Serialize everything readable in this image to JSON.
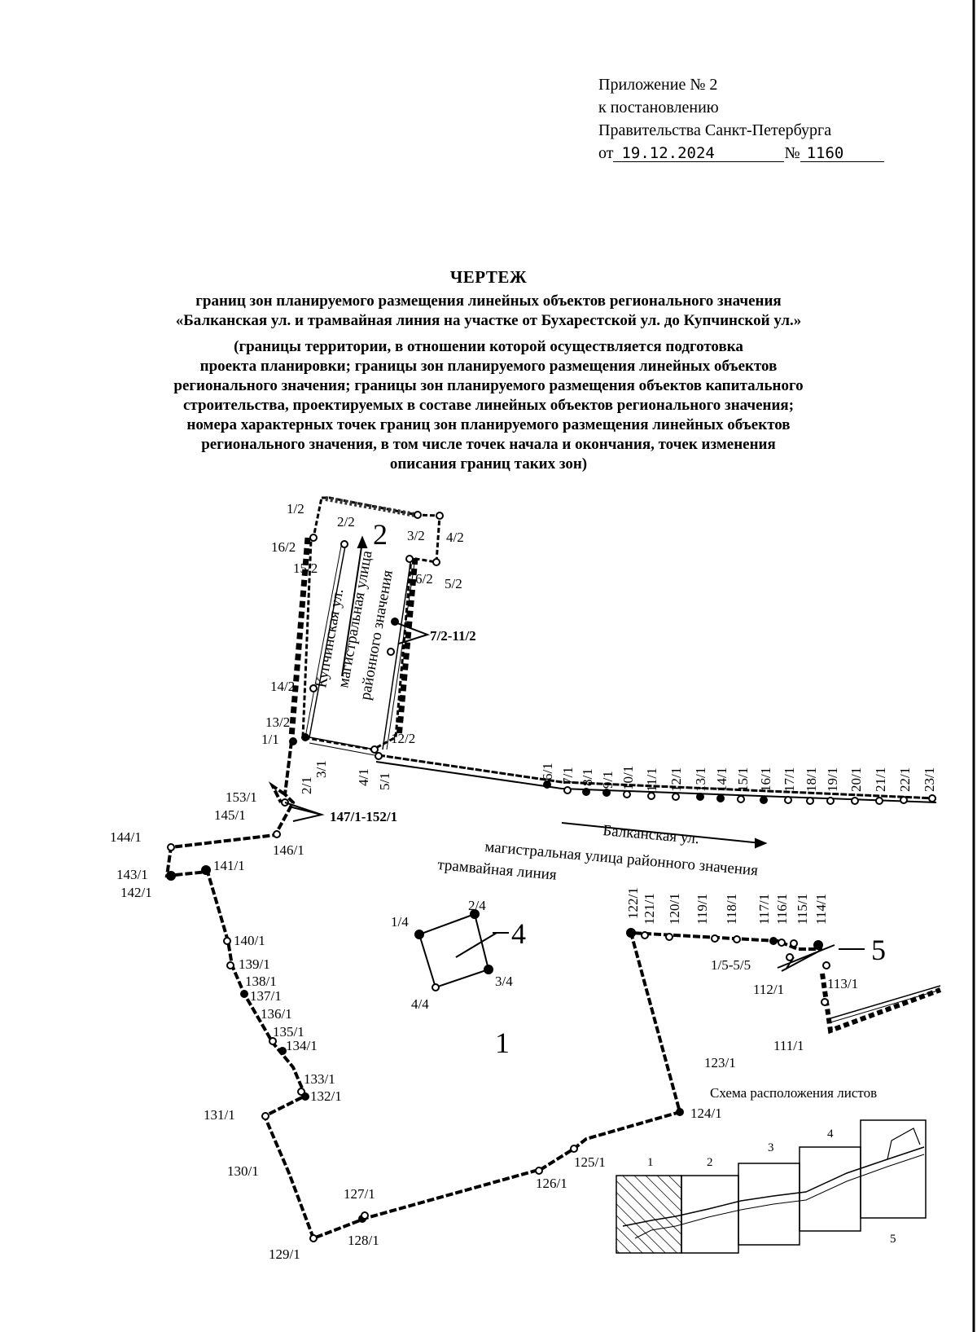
{
  "header": {
    "line1": "Приложение № 2",
    "line2": "к постановлению",
    "line3": "Правительства Санкт-Петербурга",
    "date_prefix": "от",
    "date": "19.12.2024",
    "number_prefix": "№",
    "number": "1160"
  },
  "title": {
    "main": "ЧЕРТЕЖ",
    "line1": "границ зон планируемого размещения линейных объектов регионального значения",
    "line2": "«Балканская ул. и трамвайная линия на участке от Бухарестской ул. до Купчинской ул.»",
    "sub1": "(границы территории, в отношении которой осуществляется подготовка",
    "sub2": "проекта планировки; границы зон планируемого размещения линейных объектов",
    "sub3": "регионального значения; границы зон планируемого размещения объектов капитального",
    "sub4": "строительства, проектируемых в составе линейных объектов регионального значения;",
    "sub5": "номера характерных точек границ зон планируемого размещения линейных объектов",
    "sub6": "регионального значения, в том числе точек начала и окончания, точек изменения",
    "sub7": "описания границ таких зон)"
  },
  "map": {
    "zone_numbers": [
      "2",
      "4",
      "1",
      "5"
    ],
    "street_kupchinskaya": [
      "Купчинская ул.",
      "магистральная улица",
      "районного значения"
    ],
    "street_balkanskaya": [
      "Балканская ул.",
      "магистральная улица районного значения",
      "трамвайная линия"
    ],
    "group_labels": {
      "g1": "7/2-11/2",
      "g2": "147/1-152/1",
      "g3": "1/5-5/5"
    },
    "point_labels_top": [
      "1/2",
      "2/2",
      "3/2",
      "4/2",
      "16/2",
      "15/2",
      "6/2",
      "5/2",
      "14/2",
      "13/2",
      "1/1",
      "12/2"
    ],
    "point_labels_vertical": [
      "2/1",
      "3/1",
      "4/1",
      "5/1",
      "6/1",
      "7/1",
      "8/1",
      "9/1",
      "10/1",
      "11/1",
      "12/1",
      "13/1",
      "14/1",
      "15/1",
      "16/1",
      "17/1",
      "18/1",
      "19/1",
      "20/1",
      "21/1",
      "22/1",
      "23/1"
    ],
    "point_labels_vertical2": [
      "122/1",
      "121/1",
      "120/1",
      "119/1",
      "118/1",
      "117/1",
      "116/1",
      "115/1",
      "114/1"
    ],
    "point_labels_left": [
      "153/1",
      "145/1",
      "146/1",
      "144/1",
      "143/1",
      "142/1",
      "141/1",
      "140/1",
      "139/1",
      "138/1",
      "137/1",
      "136/1",
      "135/1",
      "134/1",
      "133/1",
      "132/1",
      "131/1",
      "130/1",
      "129/1",
      "128/1",
      "127/1",
      "126/1",
      "125/1",
      "124/1",
      "123/1",
      "112/1",
      "113/1",
      "111/1"
    ],
    "point_labels_zone4": [
      "1/4",
      "2/4",
      "3/4",
      "4/4"
    ]
  },
  "sheet_scheme": {
    "title": "Схема расположения листов",
    "sheets": [
      "1",
      "2",
      "3",
      "4",
      "5"
    ]
  }
}
